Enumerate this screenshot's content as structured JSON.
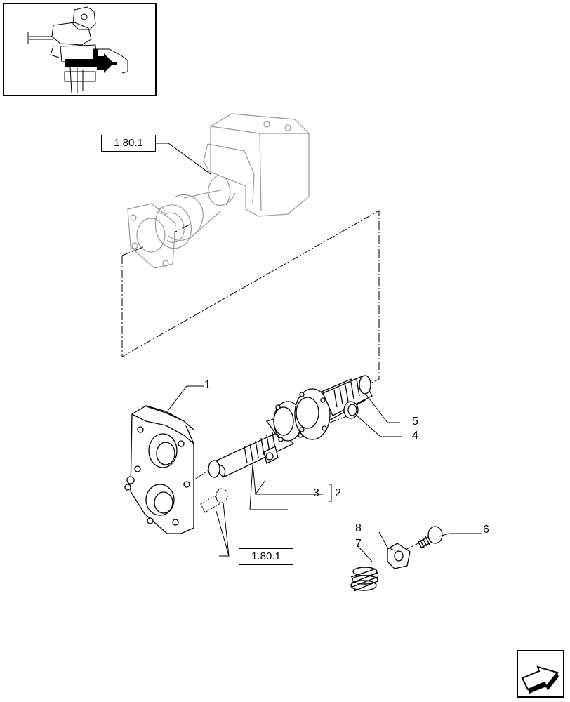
{
  "references": {
    "top": "1.80.1",
    "bottom": "1.80.1"
  },
  "callouts": {
    "c1": "1",
    "c2": "2",
    "c3": "3",
    "c4": "4",
    "c5": "5",
    "c6": "6",
    "c7": "7",
    "c8": "8"
  },
  "icons": {
    "navigation": "next-page-arrow-icon"
  }
}
